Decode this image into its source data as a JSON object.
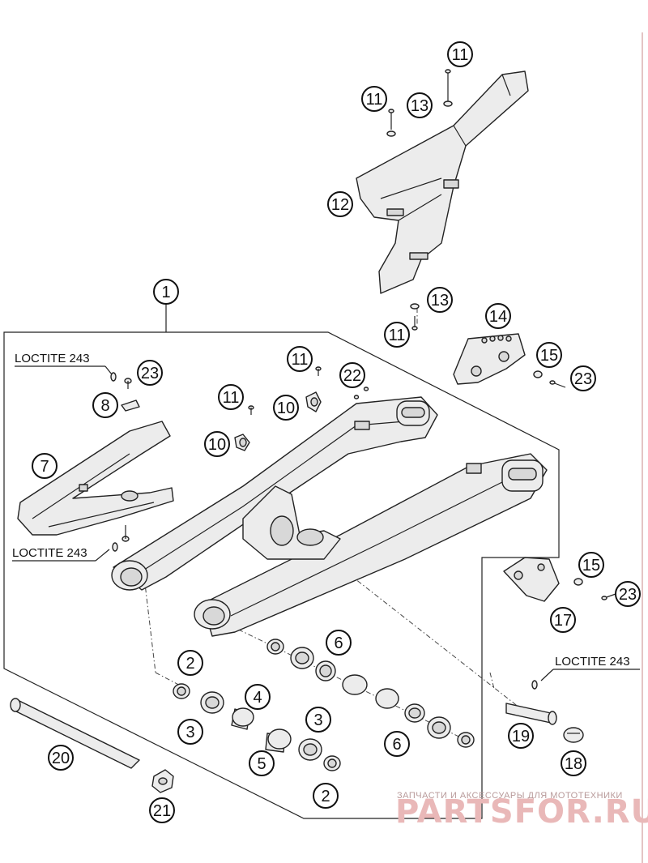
{
  "labels": {
    "loctite_1": "LOCTITE 243",
    "loctite_2": "LOCTITE 243",
    "loctite_3": "LOCTITE 243"
  },
  "callouts": [
    {
      "id": "c1",
      "num": "1"
    },
    {
      "id": "c2a",
      "num": "2"
    },
    {
      "id": "c2b",
      "num": "2"
    },
    {
      "id": "c3a",
      "num": "3"
    },
    {
      "id": "c3b",
      "num": "3"
    },
    {
      "id": "c4",
      "num": "4"
    },
    {
      "id": "c5",
      "num": "5"
    },
    {
      "id": "c6a",
      "num": "6"
    },
    {
      "id": "c6b",
      "num": "6"
    },
    {
      "id": "c7",
      "num": "7"
    },
    {
      "id": "c8",
      "num": "8"
    },
    {
      "id": "c10a",
      "num": "10"
    },
    {
      "id": "c10b",
      "num": "10"
    },
    {
      "id": "c11a",
      "num": "11"
    },
    {
      "id": "c11b",
      "num": "11"
    },
    {
      "id": "c11c",
      "num": "11"
    },
    {
      "id": "c11d",
      "num": "11"
    },
    {
      "id": "c11e",
      "num": "11"
    },
    {
      "id": "c12",
      "num": "12"
    },
    {
      "id": "c13a",
      "num": "13"
    },
    {
      "id": "c13b",
      "num": "13"
    },
    {
      "id": "c14",
      "num": "14"
    },
    {
      "id": "c15a",
      "num": "15"
    },
    {
      "id": "c15b",
      "num": "15"
    },
    {
      "id": "c17",
      "num": "17"
    },
    {
      "id": "c18",
      "num": "18"
    },
    {
      "id": "c19",
      "num": "19"
    },
    {
      "id": "c20",
      "num": "20"
    },
    {
      "id": "c21",
      "num": "21"
    },
    {
      "id": "c22",
      "num": "22"
    },
    {
      "id": "c23a",
      "num": "23"
    },
    {
      "id": "c23b",
      "num": "23"
    },
    {
      "id": "c23c",
      "num": "23"
    }
  ],
  "watermark": {
    "tagline": "ЗАПЧАСТИ И АКСЕССУАРЫ ДЛЯ МОТОТЕХНИКИ",
    "logo": "PARTSFOR.RU"
  }
}
